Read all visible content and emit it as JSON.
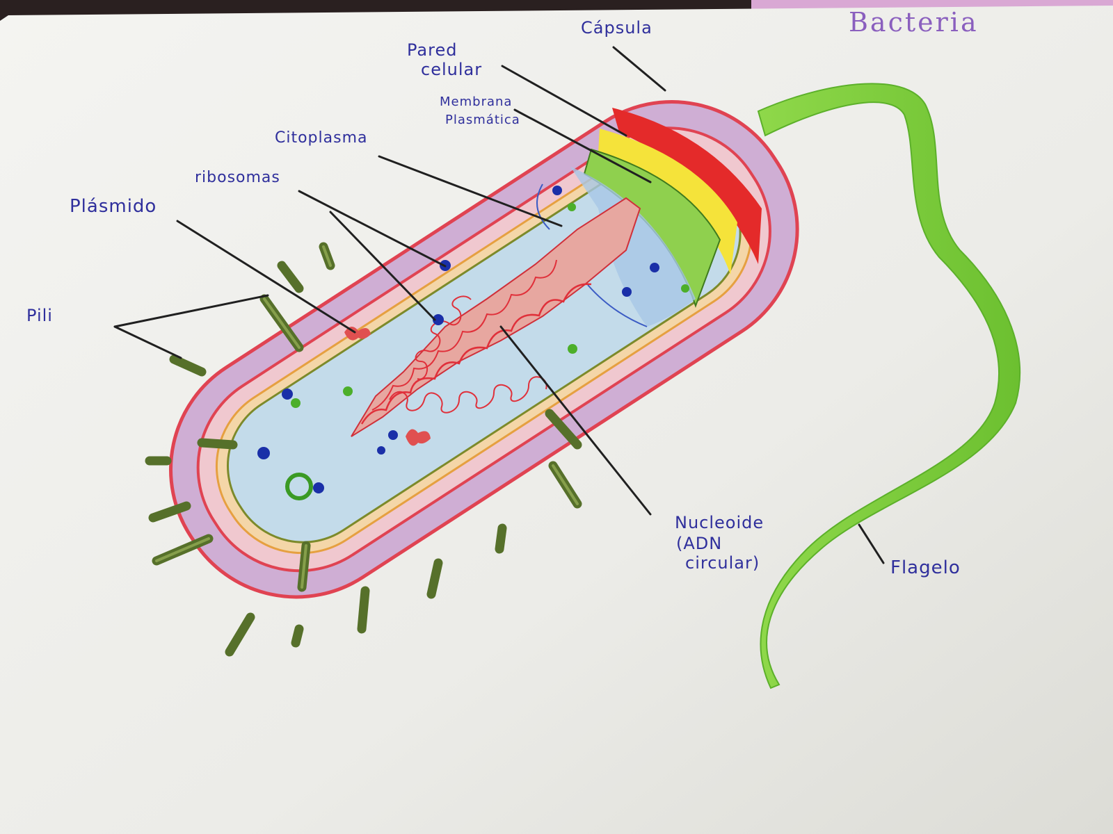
{
  "title": "Bacteria",
  "labels": {
    "capsula": "Cápsula",
    "pared_line1": "Pared",
    "pared_line2": "celular",
    "membrana_line1": "Membrana",
    "membrana_line2": "Plasmática",
    "citoplasma": "Citoplasma",
    "ribosomas": "ribosomas",
    "plasmido": "Plásmido",
    "pili": "Pili",
    "nucleoide_line1": "Nucleoide",
    "nucleoide_line2": "(ADN",
    "nucleoide_line3": "circular)",
    "flagelo": "Flagelo"
  },
  "colors": {
    "paper": "#eeeeea",
    "capsule": "#c9a6cf",
    "capsule_outline": "#e0404a",
    "cell_wall": "#e23a3a",
    "membrane": "#f2e13a",
    "cytoplasm": "#bfd8e8",
    "dna": "#e0303a",
    "pili": "#6f8a3a",
    "flagellum": "#7fd03a",
    "ribosome": "#1a2fa8",
    "label_ink": "#2f2f9c",
    "title_ink": "#8a5fbe"
  }
}
